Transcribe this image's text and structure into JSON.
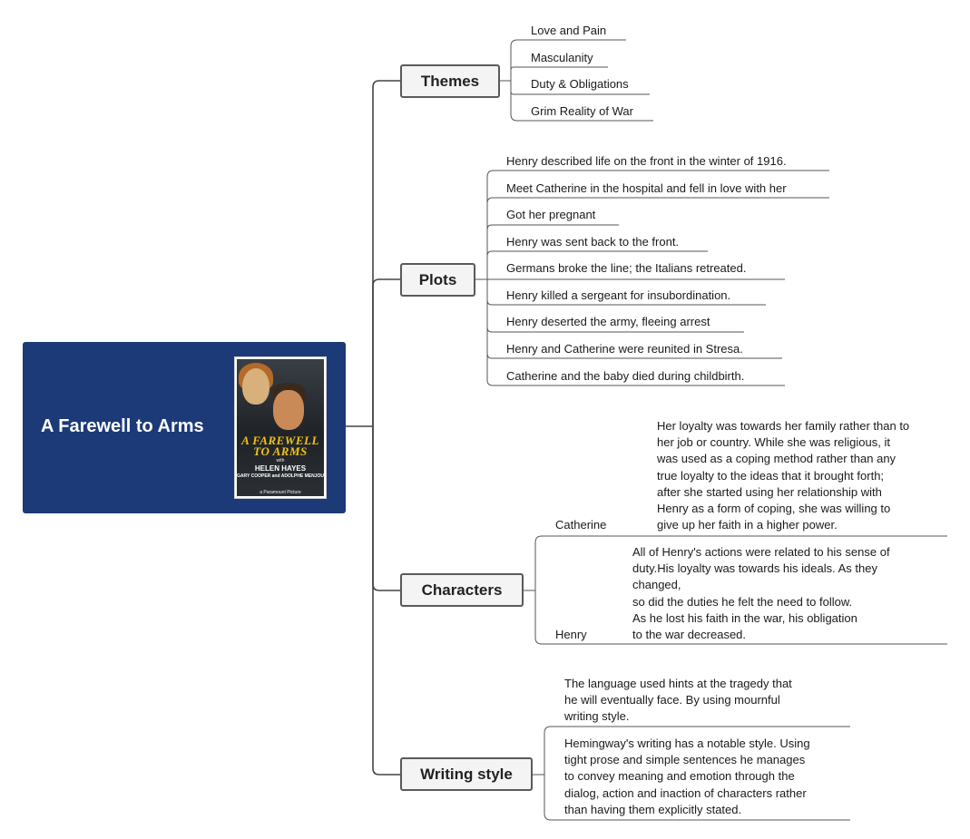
{
  "root": {
    "title": "A Farewell to Arms",
    "poster": {
      "title_line1": "A FAREWELL",
      "title_line2": "TO ARMS",
      "with": "with",
      "star": "HELEN HAYES",
      "costars": "GARY COOPER and ADOLPHE MENJOU",
      "studio": "a Paramount Picture"
    }
  },
  "topics": {
    "themes": {
      "label": "Themes",
      "items": [
        "Love and Pain",
        "Masculanity",
        "Duty & Obligations",
        "Grim Reality of War"
      ]
    },
    "plots": {
      "label": "Plots",
      "items": [
        "Henry described life on the front in the winter of 1916.",
        "Meet Catherine in the hospital and fell in love with her",
        "Got her pregnant",
        "Henry was sent back to the front.",
        "Germans broke the line; the Italians retreated.",
        "Henry killed a sergeant for insubordination.",
        "Henry deserted the army, fleeing arrest",
        "Henry and Catherine were reunited in Stresa.",
        "Catherine and the baby died during childbirth."
      ]
    },
    "characters": {
      "label": "Characters",
      "catherine": {
        "name": "Catherine",
        "lines": [
          "Her loyalty was towards her family rather than to",
          "her job or country. While she was religious, it",
          "was used as a coping method rather than any",
          "true loyalty to the ideas that it brought forth;",
          "after she started using her relationship with",
          "Henry as a form of coping, she was willing to",
          "give up her faith in a higher power."
        ]
      },
      "henry": {
        "name": "Henry",
        "lines": [
          "All of Henry's actions were related to his sense of",
          "duty.His loyalty was towards his ideals. As they",
          "changed,",
          "so did the duties he felt the need to follow.",
          "As he lost his faith in the war, his obligation",
          "to the war decreased."
        ]
      }
    },
    "writing_style": {
      "label": "Writing style",
      "para1": [
        "The language used hints at the tragedy that",
        "he will eventually face. By using mournful",
        "writing style."
      ],
      "para2": [
        "Hemingway's writing has a notable style. Using",
        "tight prose and simple sentences he manages",
        "to convey meaning and emotion through the",
        "dialog, action and inaction of characters rather",
        "than having them explicitly stated."
      ]
    }
  },
  "colors": {
    "root_bg": "#1c3a78",
    "topic_border": "#5a5a5a",
    "line": "#444444"
  }
}
